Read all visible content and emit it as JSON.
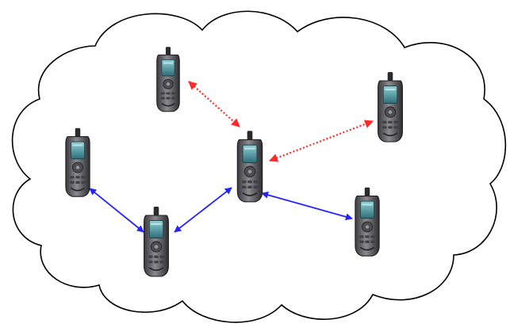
{
  "diagram": {
    "devices": [
      {
        "id": "device-top-left"
      },
      {
        "id": "device-left"
      },
      {
        "id": "device-center"
      },
      {
        "id": "device-bottom-center"
      },
      {
        "id": "device-right-upper"
      },
      {
        "id": "device-right-lower"
      }
    ],
    "links": [
      {
        "from": "device-top-left",
        "to": "device-center",
        "style": "dotted",
        "color": "#ff2a2a"
      },
      {
        "from": "device-center",
        "to": "device-right-upper",
        "style": "dotted",
        "color": "#ff2a2a"
      },
      {
        "from": "device-left",
        "to": "device-bottom-center",
        "style": "solid",
        "color": "#2424ff"
      },
      {
        "from": "device-bottom-center",
        "to": "device-center",
        "style": "solid",
        "color": "#2424ff"
      },
      {
        "from": "device-center",
        "to": "device-right-lower",
        "style": "solid",
        "color": "#2424ff"
      }
    ],
    "colors": {
      "cloud_outline": "#000000",
      "cloud_fill": "#ffffff",
      "device_body": "#6a6a6e",
      "device_screen": "#5aa2a8",
      "dotted_link": "#ff2a2a",
      "solid_link": "#2424ff"
    }
  }
}
